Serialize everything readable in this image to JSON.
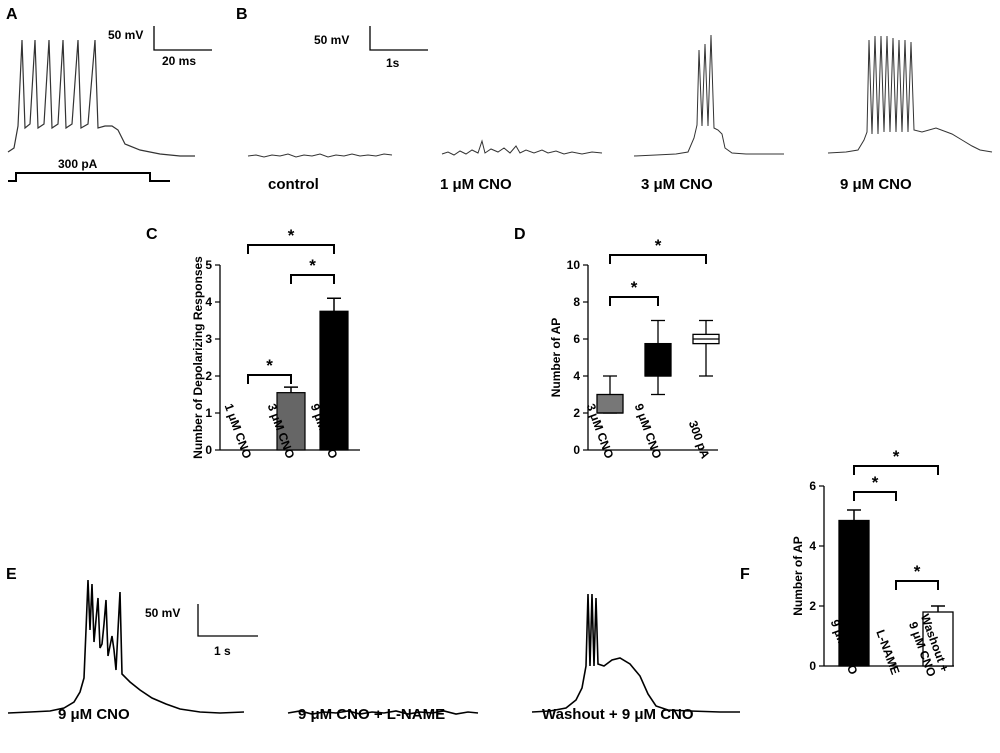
{
  "panel_labels": {
    "A": "A",
    "B": "B",
    "C": "C",
    "D": "D",
    "E": "E",
    "F": "F"
  },
  "panelA": {
    "scale_voltage": "50 mV",
    "scale_time": "20 ms",
    "stim_label": "300 pA"
  },
  "panelB": {
    "scale_voltage": "50 mV",
    "scale_time": "1s",
    "conditions": [
      "control",
      "1 μM CNO",
      "3 μM CNO",
      "9 μM CNO"
    ]
  },
  "panelE": {
    "scale_voltage": "50 mV",
    "scale_time": "1 s",
    "conditions": [
      "9 μM CNO",
      "9 μM CNO + L-NAME",
      "Washout + 9 μM CNO"
    ]
  },
  "chart_data": [
    {
      "id": "C",
      "type": "bar",
      "ylabel": "Number of Depolarizing Responses",
      "ylim": [
        0,
        5
      ],
      "yticks": [
        0,
        1,
        2,
        3,
        4,
        5
      ],
      "categories": [
        "1 μM CNO",
        "3 μM CNO",
        "9 μM CNO"
      ],
      "values": [
        0,
        1.55,
        3.75
      ],
      "errors": [
        0,
        0.15,
        0.35
      ],
      "colors": [
        "#ffffff",
        "#666666",
        "#000000"
      ],
      "significance": [
        {
          "from": 0,
          "to": 1,
          "label": "*"
        },
        {
          "from": 1,
          "to": 2,
          "label": "*"
        },
        {
          "from": 0,
          "to": 2,
          "label": "*"
        }
      ]
    },
    {
      "id": "D",
      "type": "box",
      "ylabel": "Number of AP",
      "ylim": [
        0,
        10
      ],
      "yticks": [
        0,
        2,
        4,
        6,
        8,
        10
      ],
      "categories": [
        "3 μM CNO",
        "9 μM CNO",
        "300 pA"
      ],
      "boxes": [
        {
          "min": 2,
          "q1": 2,
          "median": 2,
          "q3": 3,
          "max": 4,
          "fill": "#777777"
        },
        {
          "min": 3,
          "q1": 4,
          "median": 4,
          "q3": 5.75,
          "max": 7,
          "fill": "#000000"
        },
        {
          "min": 4,
          "q1": 5.75,
          "median": 6,
          "q3": 6.25,
          "max": 7,
          "fill": "#ffffff"
        }
      ],
      "significance": [
        {
          "from": 0,
          "to": 1,
          "label": "*"
        },
        {
          "from": 0,
          "to": 2,
          "label": "*"
        }
      ]
    },
    {
      "id": "F",
      "type": "bar",
      "ylabel": "Number of AP",
      "ylim": [
        0,
        6
      ],
      "yticks": [
        0,
        2,
        4,
        6
      ],
      "categories": [
        "9 μM CNO",
        "L-NAME",
        "Washout + 9 μM CNO"
      ],
      "category_lines": [
        [
          "9 μM CNO"
        ],
        [
          "L-NAME"
        ],
        [
          "Washout +",
          "9 μM CNO"
        ]
      ],
      "values": [
        4.85,
        0,
        1.8
      ],
      "errors": [
        0.35,
        0,
        0.2
      ],
      "colors": [
        "#000000",
        "#ffffff",
        "#ffffff"
      ],
      "significance": [
        {
          "from": 0,
          "to": 1,
          "label": "*"
        },
        {
          "from": 1,
          "to": 2,
          "label": "*"
        },
        {
          "from": 0,
          "to": 2,
          "label": "*"
        }
      ]
    }
  ]
}
